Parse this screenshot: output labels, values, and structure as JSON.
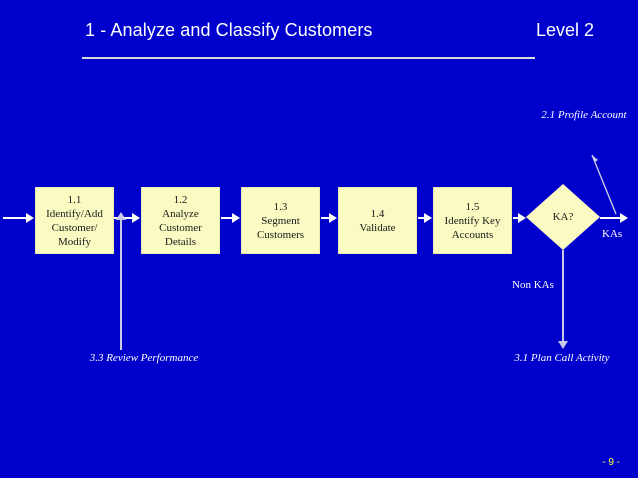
{
  "slide": {
    "background_color": "#0000cc",
    "page_number": "- 9 -"
  },
  "header": {
    "title": "1 - Analyze and Classify Customers",
    "level": "Level 2",
    "title_color": "#ffffff",
    "rule_color": "#d9d9d9"
  },
  "diagram": {
    "box_fill": "#fafac3",
    "box_text_color": "#1a1a1a",
    "connector_color": "#ffffff",
    "processes": [
      {
        "id": "1.1",
        "lines": [
          "1.1",
          "Identify/Add",
          "Customer/",
          "Modify"
        ]
      },
      {
        "id": "1.2",
        "lines": [
          "1.2",
          "Analyze",
          "Customer",
          "Details"
        ]
      },
      {
        "id": "1.3",
        "lines": [
          "1.3",
          "Segment",
          "Customers"
        ]
      },
      {
        "id": "1.4",
        "lines": [
          "1.4",
          "Validate"
        ]
      },
      {
        "id": "1.5",
        "lines": [
          "1.5",
          "Identify Key",
          "Accounts"
        ]
      }
    ],
    "decision": {
      "label": "KA?"
    },
    "flow_labels": {
      "kas": "KAs",
      "non_kas": "Non KAs"
    },
    "offpage_refs": [
      {
        "id": "2.1",
        "lines": [
          "2.1",
          "Profile Account"
        ]
      },
      {
        "id": "3.1",
        "lines": [
          "3.1",
          "Plan Call",
          "Activity"
        ]
      },
      {
        "id": "3.3",
        "lines": [
          "3.3",
          "Review",
          "Performance"
        ]
      }
    ]
  }
}
